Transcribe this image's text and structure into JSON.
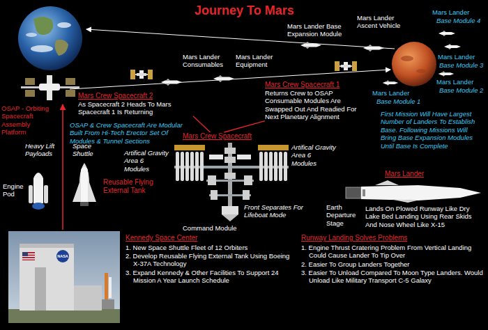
{
  "diagram": {
    "title": "Journey To Mars",
    "nodes": [
      {
        "text": [
          "Mars Crew Spacecraft 2",
          "As Spacecraft 2 Heads To Mars Spacecraft 1 Is Returning"
        ]
      },
      {
        "text": [
          "Mars Crew Spacecraft 1",
          "Returns Crew to OSAP Consumable Modules Are Swapped Out And Readied For Next Planetary Alignment"
        ]
      },
      {
        "text": [
          "Mars Crew Spacecraft"
        ]
      }
    ],
    "edges": [
      {
        "from": 2,
        "to": 0,
        "arrow": "none"
      },
      {
        "from": 2,
        "to": 1,
        "arrow": "none"
      }
    ],
    "labels": [
      "OSAP - Orbiting Spacecraft Assembly Platform",
      "Mars Lander Consumables",
      "Mars Lander Equipment",
      "Mars Lander Base Expansion Module",
      "Mars Lander Ascent Vehicle",
      "Mars Lander",
      "Base Module 4",
      "Mars Lander",
      "Base Module 3",
      "Mars Lander",
      "Base Module 2",
      "Mars Lander",
      "Base Module 1",
      "OSAP & Crew Spacecraft Are Modular Built From Hi-Tech Erector Set Of Modules & Tunnel Sections",
      "First Mission Will Have Largest Number of Landers To Establish Base. Following Missions Will Bring Base Expansion Modules Until Base Is Complete",
      "Artifical Gravity Area 6 Modules",
      "Artifical Gravity Area 6 Modules",
      "Front Separates For Lifeboat Mode",
      "Command Module",
      "Mars Lander",
      "Earth Departure Stage",
      "Lands On Plowed Runway Like Dry Lake Bed Landing Using Rear Skids And Nose Wheel Like X-15",
      "Heavy Lift Payloads",
      "Space Shuttle",
      "Engine Pod",
      "Reusable Flying External Tank",
      "NASA",
      "Kennedy Space Center",
      "1. New Space Shuttle Fleet of 12 Orbiters",
      "2. Develop Reusable Flying External Tank Using Boeing X-37A Technology",
      "3. Expand Kennedy & Other Facilities To Support 24 Mission A Year Launch Schedule",
      "Runway Landing Solves Problems",
      "1. Engine Thrust Cratering Problem From Vertical Landing Could Cause Lander To Tip Over",
      "2. Easier To Group Landers Together",
      "3. Easier To Unload Compared To Moon Type Landers. Would Unload Like Military Transport C-5 Galaxy"
    ]
  }
}
